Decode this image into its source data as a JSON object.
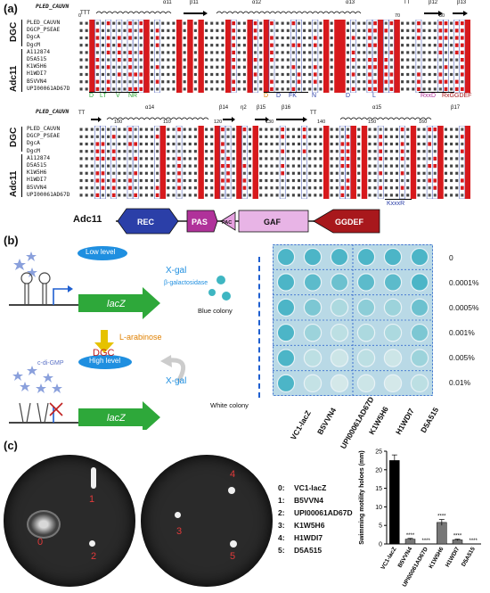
{
  "panels": {
    "a": "(a)",
    "b": "(b)",
    "c": "(c)"
  },
  "alignment": {
    "block1": {
      "title": "PLED_CAUVN",
      "group_dgc": "DGC",
      "group_adc11": "Adc11",
      "names": [
        "PLED_CAUVN",
        "DGCP_PSEAE",
        "DgcA",
        "DgcM",
        "A112874",
        "D5A515",
        "K1W5H6",
        "H1WDI7",
        "B5VVN4",
        "UPI00061AD67D"
      ],
      "ss_labels": [
        "TTT",
        "α11",
        "β11",
        "α12",
        "α13",
        "TT",
        "β12",
        "β13"
      ],
      "ruler": [
        "0",
        "70",
        "80"
      ],
      "motif_text": [
        "D",
        "LT",
        "V",
        "NR",
        "D",
        "D",
        "FK",
        "N",
        "D",
        "L",
        "RxxD",
        "RxGGDEF"
      ]
    },
    "block2": {
      "title": "PLED_CAUVN",
      "group_dgc": "DGC",
      "group_adc11": "Adc11",
      "names": [
        "PLED_CAUVN",
        "DGCP_PSEAE",
        "DgcA",
        "DgcM",
        "A112874",
        "D5A515",
        "K1W5H6",
        "H1WDI7",
        "B5VVN4",
        "UPI00061AD67D"
      ],
      "ss_labels": [
        "TT",
        "α14",
        "β14",
        "η2",
        "β15",
        "β16",
        "TT",
        "α15",
        "β17"
      ],
      "ruler": [
        "100",
        "110",
        "120",
        "130",
        "140",
        "150",
        "160"
      ],
      "motif_text": [
        "KxxxR"
      ]
    },
    "domain_arch": {
      "protein": "Adc11",
      "domains": [
        "REC",
        "PAS",
        "PAC",
        "GAF",
        "GGDEF"
      ]
    }
  },
  "schematic": {
    "low_level": "Low level",
    "high_level": "High level",
    "xgal_top": "X-gal",
    "xgal_bottom": "X-gal",
    "galactosidase": "β-galactosidase",
    "blue_colony": "Blue colony",
    "white_colony": "White colony",
    "lacz_top": "lacZ",
    "lacz_bottom": "lacZ",
    "arabinose": "L-arabinose",
    "dgc": "DGC",
    "cdigmp": "c-di-GMP"
  },
  "colony_grid": {
    "concentrations": [
      "0",
      "0.0001%",
      "0.0005%",
      "0.001%",
      "0.005%",
      "0.01%"
    ],
    "strains": [
      "VC1-lacZ",
      "B5VVN4",
      "UPI00061AD67D",
      "K1W5H6",
      "H1WDI7",
      "D5A515"
    ],
    "blue_intensity": [
      [
        0.9,
        0.9,
        0.9,
        0.9,
        0.9,
        0.9
      ],
      [
        0.9,
        0.8,
        0.7,
        0.8,
        0.8,
        0.9
      ],
      [
        0.9,
        0.6,
        0.3,
        0.5,
        0.4,
        0.7
      ],
      [
        0.9,
        0.4,
        0.2,
        0.3,
        0.3,
        0.6
      ],
      [
        0.9,
        0.2,
        0.1,
        0.2,
        0.1,
        0.4
      ],
      [
        0.9,
        0.15,
        0.05,
        0.1,
        0.05,
        0.2
      ]
    ]
  },
  "motility": {
    "legend": [
      {
        "num": "0:",
        "name": "VC1-lacZ"
      },
      {
        "num": "1:",
        "name": "B5VVN4"
      },
      {
        "num": "2:",
        "name": "UPI00061AD67D"
      },
      {
        "num": "3:",
        "name": "K1W5H6"
      },
      {
        "num": "4:",
        "name": "H1WDI7"
      },
      {
        "num": "5:",
        "name": "D5A515"
      }
    ],
    "plate1_labels": [
      "0",
      "1",
      "2"
    ],
    "plate2_labels": [
      "3",
      "4",
      "5"
    ]
  },
  "chart_data": {
    "type": "bar",
    "categories": [
      "VC1-lacZ",
      "B5VVN4",
      "UPI00061AD67D",
      "K1W5H6",
      "H1WDI7",
      "D5A515"
    ],
    "values": [
      22.5,
      1.3,
      0,
      5.8,
      1.1,
      0
    ],
    "errors": [
      1.5,
      0.2,
      0,
      0.8,
      0.2,
      0
    ],
    "significance": [
      "",
      "****",
      "****",
      "****",
      "****",
      "****"
    ],
    "ylabel": "Swimming motility holoes (mm)",
    "ylim": [
      0,
      25
    ],
    "yticks": [
      "0",
      "5",
      "10",
      "15",
      "20",
      "25"
    ]
  },
  "colors": {
    "red_box": "#d7191c",
    "rec": "#2b3fa8",
    "pas": "#b0329a",
    "gaf": "#e8b4e6",
    "ggdef": "#a8181c",
    "lacz": "#2ea83a",
    "blue_colony": "#3fb6c2",
    "ellipse": "#1f8fe0"
  }
}
